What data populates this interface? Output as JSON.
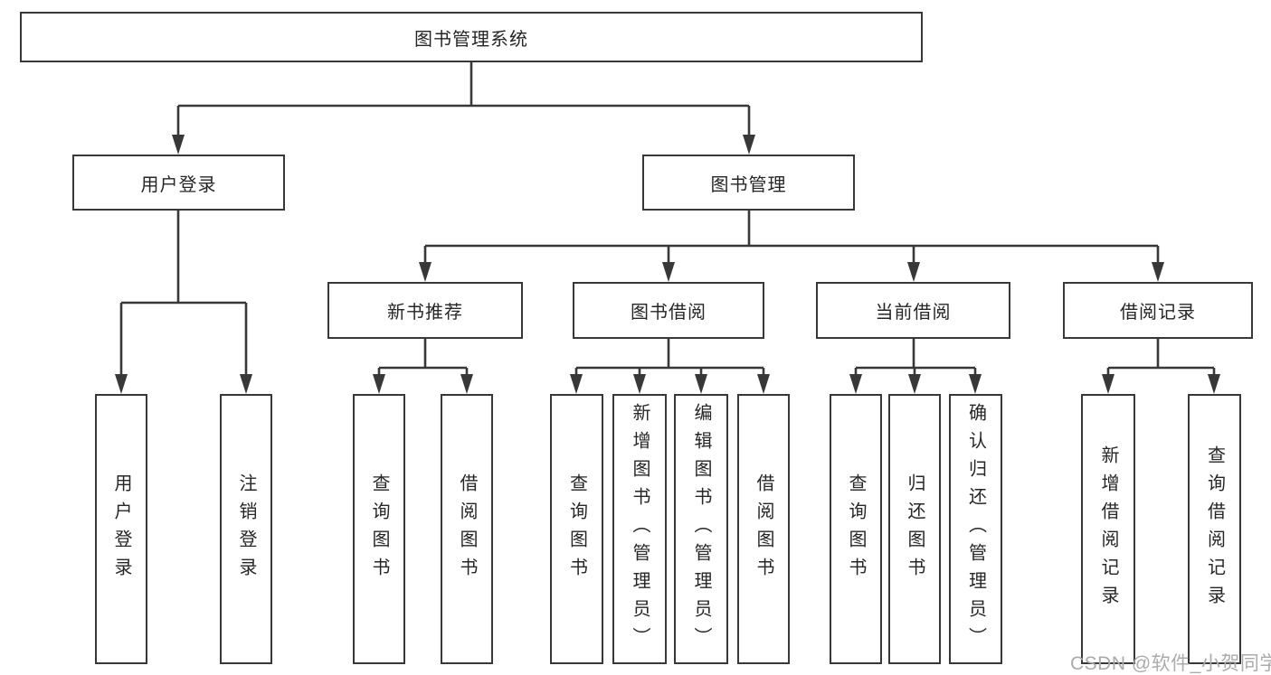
{
  "colors": {
    "line": "#383838",
    "text": "#262626",
    "watermark": "#ababab",
    "background": "#ffffff"
  },
  "watermark": "CSDN @软件_小贺同学",
  "tree": {
    "root": {
      "label": "图书管理系统",
      "children": [
        {
          "label": "用户登录",
          "children": [
            {
              "label": "用户登录"
            },
            {
              "label": "注销登录"
            }
          ]
        },
        {
          "label": "图书管理",
          "children": [
            {
              "label": "新书推荐",
              "children": [
                {
                  "label": "查询图书"
                },
                {
                  "label": "借阅图书"
                }
              ]
            },
            {
              "label": "图书借阅",
              "children": [
                {
                  "label": "查询图书"
                },
                {
                  "label": "新增图书（管理员）"
                },
                {
                  "label": "编辑图书（管理员）"
                },
                {
                  "label": "借阅图书"
                }
              ]
            },
            {
              "label": "当前借阅",
              "children": [
                {
                  "label": "查询图书"
                },
                {
                  "label": "归还图书"
                },
                {
                  "label": "确认归还（管理员）"
                }
              ]
            },
            {
              "label": "借阅记录",
              "children": [
                {
                  "label": "新增借阅记录"
                },
                {
                  "label": "查询借阅记录"
                }
              ]
            }
          ]
        }
      ]
    }
  }
}
